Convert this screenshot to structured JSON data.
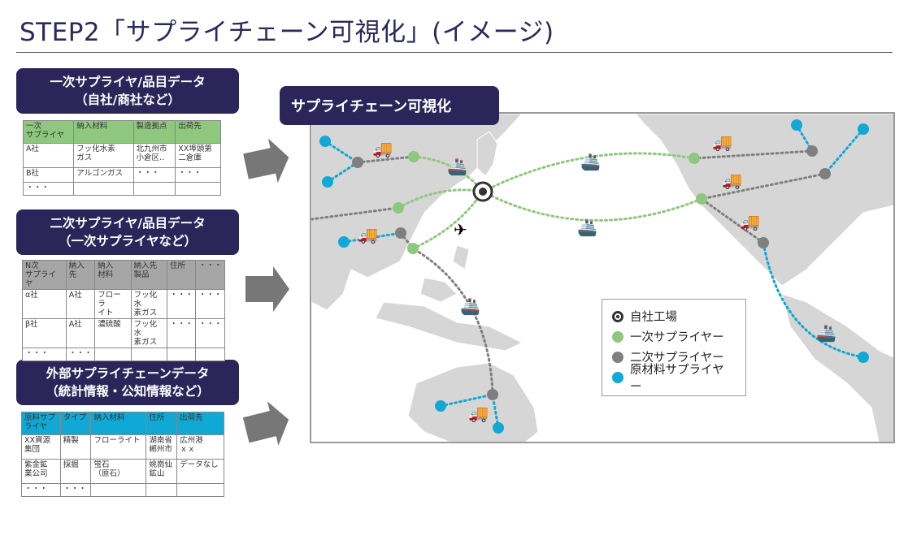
{
  "title": "STEP2「サプライチェーン可視化」(イメージ)",
  "panels": [
    {
      "header": [
        "一次サプライヤ/品目データ",
        "（自社/商社など）"
      ],
      "color": "#8ec77e",
      "rows": [
        [
          "一次\nサプライヤ",
          "納入材料",
          "製造拠点",
          "出荷先"
        ],
        [
          "A社",
          "フッ化水素\nガス",
          "北九州市\n小倉区‥",
          "XX埠頭第\n二倉庫"
        ],
        [
          "B社",
          "アルゴンガス",
          "・・・",
          "・・・"
        ],
        [
          "・・・",
          "",
          "",
          ""
        ]
      ]
    },
    {
      "header": [
        "二次サプライヤ/品目データ",
        "（一次サプライヤなど）"
      ],
      "color": "#a6a6a6",
      "rows": [
        [
          "N次\nサプライヤ",
          "納入\n先",
          "納入\n材料",
          "納入先\n製品",
          "住所",
          "・・・"
        ],
        [
          "α社",
          "A社",
          "フローラ\nイト",
          "フッ化水\n素ガス",
          "・・・",
          "・・・"
        ],
        [
          "β社",
          "A社",
          "濃硫酸",
          "フッ化水\n素ガス",
          "・・・",
          "・・・"
        ],
        [
          "・・・",
          "・・・",
          "",
          "",
          "",
          ""
        ]
      ]
    },
    {
      "header": [
        "外部サプライチェーンデータ",
        "（統計情報・公知情報など）"
      ],
      "color": "#10a8d4",
      "rows": [
        [
          "原料サプ\nライヤ",
          "タイプ",
          "納入材料",
          "住所",
          "出荷先"
        ],
        [
          "XX資源\n集団",
          "精製",
          "フローライト",
          "湖南省\n郴州市",
          "広州港\nｘｘ"
        ],
        [
          "紫金鉱\n業公司",
          "採掘",
          "蛍石\n（原石）",
          "姚崗仙\n鉱山",
          "データなし"
        ],
        [
          "・・・",
          "・・・",
          "",
          "",
          ""
        ]
      ]
    }
  ],
  "map": {
    "label": "サプライチェーン可視化"
  },
  "legend": [
    {
      "label": "自社工場",
      "color": "#333333"
    },
    {
      "label": "一次サプライヤー",
      "color": "#8ec77e"
    },
    {
      "label": "二次サプライヤー",
      "color": "#7f7f7f"
    },
    {
      "label": "原材料サプライヤー",
      "color": "#10a8d4"
    }
  ]
}
